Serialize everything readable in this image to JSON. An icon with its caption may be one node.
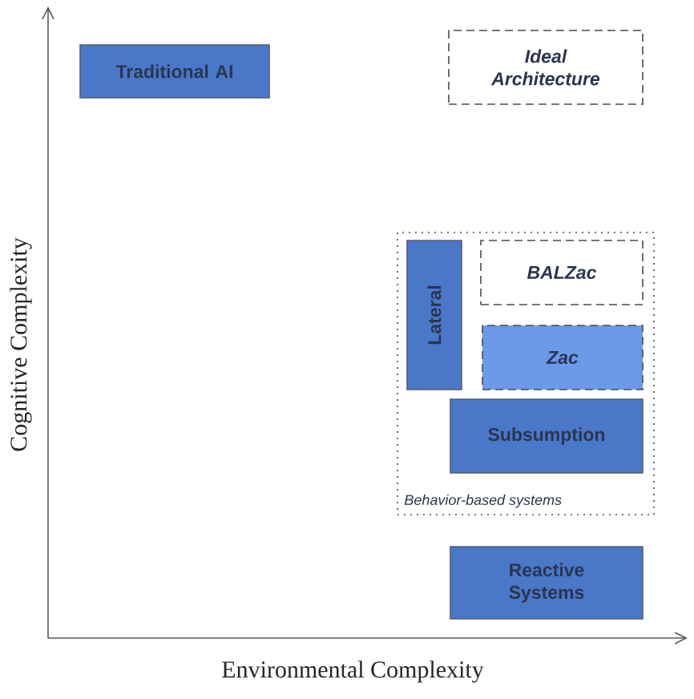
{
  "diagram": {
    "nodes": [
      {
        "text": [
          "Traditional AI"
        ]
      },
      {
        "text": [
          "Ideal Architecture"
        ]
      },
      {
        "text": [
          "Behavior-based systems"
        ]
      },
      {
        "text": [
          "Lateral"
        ],
        "in": 2
      },
      {
        "text": [
          "BALZac"
        ],
        "in": 2
      },
      {
        "text": [
          "Zac"
        ],
        "in": 2
      },
      {
        "text": [
          "Subsumption"
        ],
        "in": 2
      },
      {
        "text": [
          "Reactive Systems"
        ]
      }
    ],
    "edges": [],
    "labels": [
      "Cognitive Complexity",
      "Environmental Complexity"
    ]
  }
}
